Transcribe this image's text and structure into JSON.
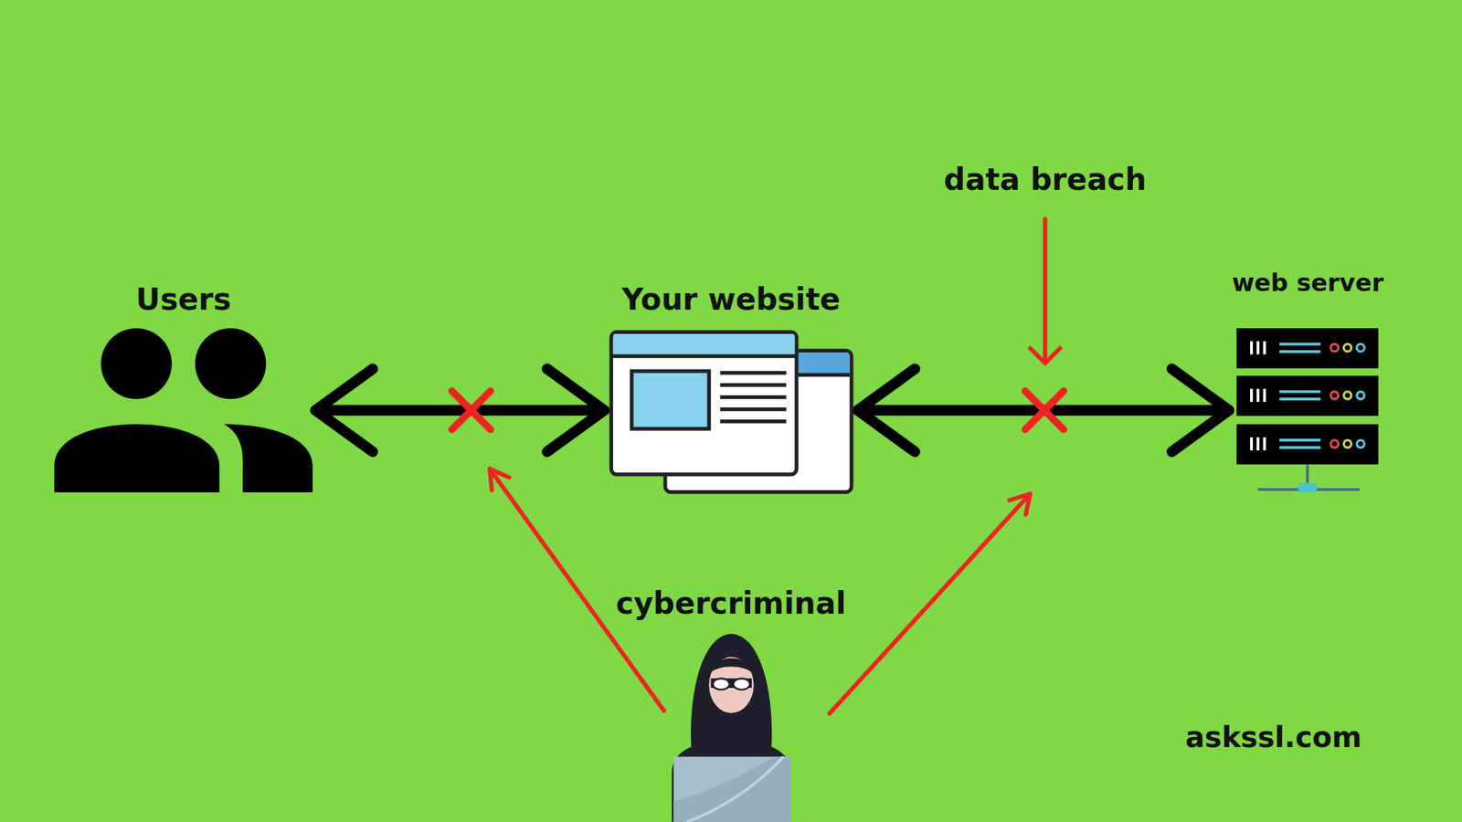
{
  "diagram": {
    "nodes": [
      {
        "text": [
          "Users"
        ]
      },
      {
        "text": [
          "Your website"
        ]
      },
      {
        "text": [
          "web server"
        ]
      },
      {
        "text": [
          "cybercriminal"
        ]
      }
    ],
    "edges": [
      {
        "from": 0,
        "to": 1,
        "arrow": "both"
      },
      {
        "from": 1,
        "to": 2,
        "arrow": "both"
      }
    ],
    "labels": [
      "data breach",
      "askssl.com"
    ]
  }
}
